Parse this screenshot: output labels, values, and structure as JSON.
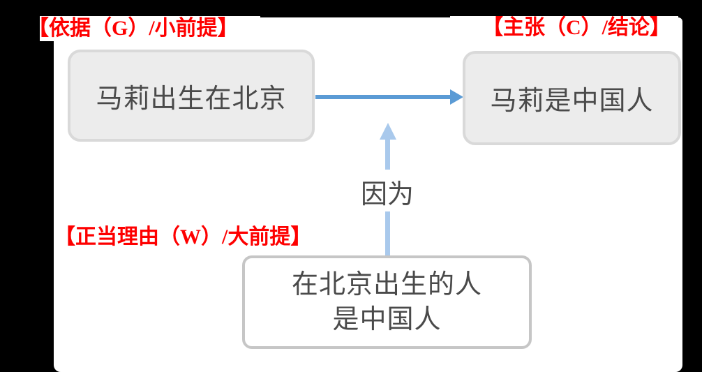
{
  "colors": {
    "background": "#000000",
    "panel": "#ffffff",
    "label_red": "#fe0000",
    "box_fill": "#ececec",
    "box_border": "#d9d9d9",
    "warrant_box_fill": "#ffffff",
    "warrant_box_border": "#c6c6c6",
    "box_text": "#4a4a4a",
    "arrow_blue": "#5b9bd5",
    "arrow_light_blue": "#a9c9ec"
  },
  "annotations": {
    "grounds_label": "【依据（G）/小前提】",
    "claim_label": "【主张（C）/结论】",
    "warrant_label": "【正当理由（W）/大前提】"
  },
  "nodes": {
    "grounds": {
      "text": "马莉出生在北京"
    },
    "claim": {
      "text": "马莉是中国人"
    },
    "warrant": {
      "line1": "在北京出生的人",
      "line2": "是中国人"
    }
  },
  "connectors": {
    "because_label": "因为"
  }
}
